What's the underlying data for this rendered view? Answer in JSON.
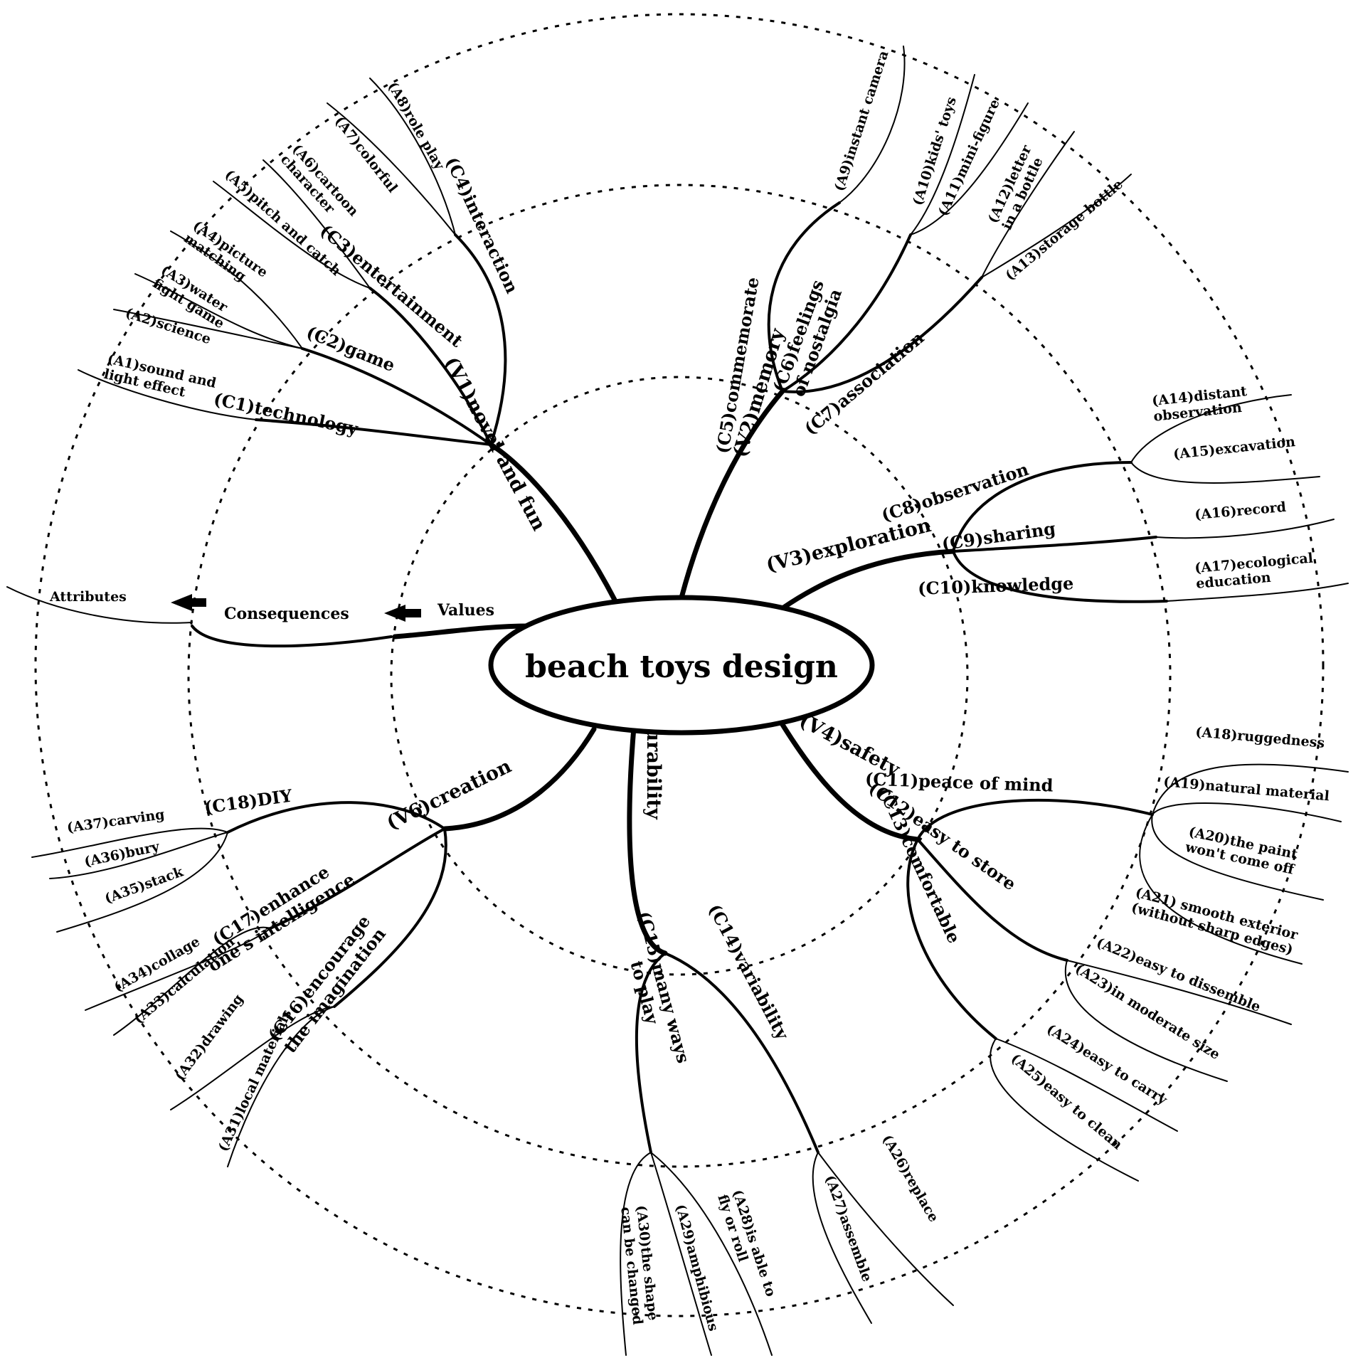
{
  "center": {
    "label": "beach toys design"
  },
  "legend": {
    "values": "Values",
    "consequences": "Consequences",
    "attributes": "Attributes"
  },
  "values": [
    {
      "id": "V1",
      "label": "(V1)novel and fun"
    },
    {
      "id": "V2",
      "label": "(V2)memory"
    },
    {
      "id": "V3",
      "label": "(V3)exploration"
    },
    {
      "id": "V4",
      "label": "(V4)safety"
    },
    {
      "id": "V5",
      "label": "(V5)durability"
    },
    {
      "id": "V6",
      "label": "(V6)creation"
    }
  ],
  "consequences": [
    {
      "id": "C1",
      "value": "V1",
      "label": "(C1)technology"
    },
    {
      "id": "C2",
      "value": "V1",
      "label": "(C2)game"
    },
    {
      "id": "C3",
      "value": "V1",
      "label": "(C3)entertainment"
    },
    {
      "id": "C4",
      "value": "V1",
      "label": "(C4)interaction"
    },
    {
      "id": "C5",
      "value": "V2",
      "label": "(C5)commemorate"
    },
    {
      "id": "C6",
      "value": "V2",
      "label": [
        "(C6)feelings",
        "of nostalgia"
      ]
    },
    {
      "id": "C7",
      "value": "V2",
      "label": "(C7)association"
    },
    {
      "id": "C8",
      "value": "V3",
      "label": "(C8)observation"
    },
    {
      "id": "C9",
      "value": "V3",
      "label": "(C9)sharing"
    },
    {
      "id": "C10",
      "value": "V3",
      "label": "(C10)knowledge"
    },
    {
      "id": "C11",
      "value": "V4",
      "label": "(C11)peace of mind"
    },
    {
      "id": "C12",
      "value": "V4",
      "label": "(C12)easy to store"
    },
    {
      "id": "C13",
      "value": "V4",
      "label": "(C13)comfortable"
    },
    {
      "id": "C14",
      "value": "V5",
      "label": "(C14)variability"
    },
    {
      "id": "C15",
      "value": "V5",
      "label": [
        "(C15)many ways",
        "to play"
      ]
    },
    {
      "id": "C16",
      "value": "V6",
      "label": [
        "(C16)encourage",
        "the imagination"
      ]
    },
    {
      "id": "C17",
      "value": "V6",
      "label": [
        "(C17)enhance",
        "one's intelligence"
      ]
    },
    {
      "id": "C18",
      "value": "V6",
      "label": "(C18)DIY"
    }
  ],
  "attributes": [
    {
      "id": "A1",
      "cons": "C1",
      "label": [
        "(A1)sound and",
        "light effect"
      ]
    },
    {
      "id": "A2",
      "cons": "C2",
      "label": "(A2)science"
    },
    {
      "id": "A3",
      "cons": "C2",
      "label": [
        "(A3)water",
        "fight game"
      ]
    },
    {
      "id": "A4",
      "cons": "C2",
      "label": [
        "(A4)picture",
        "matching"
      ]
    },
    {
      "id": "A5",
      "cons": "C3",
      "label": "(A5)pitch and catch"
    },
    {
      "id": "A6",
      "cons": "C3",
      "label": [
        "(A6)cartoon",
        "character"
      ]
    },
    {
      "id": "A7",
      "cons": "C4",
      "label": "(A7)colorful"
    },
    {
      "id": "A8",
      "cons": "C4",
      "label": "(A8)role play"
    },
    {
      "id": "A9",
      "cons": "C5",
      "label": "(A9)instant camera"
    },
    {
      "id": "A10",
      "cons": "C6",
      "label": "(A10)kids' toys"
    },
    {
      "id": "A11",
      "cons": "C6",
      "label": "(A11)mini-figure"
    },
    {
      "id": "A12",
      "cons": "C7",
      "label": [
        "(A12)letter",
        "in a bottle"
      ]
    },
    {
      "id": "A13",
      "cons": "C7",
      "label": "(A13)storage bottle"
    },
    {
      "id": "A14",
      "cons": "C8",
      "label": [
        "(A14)distant",
        "observation"
      ]
    },
    {
      "id": "A15",
      "cons": "C8",
      "label": "(A15)excavation"
    },
    {
      "id": "A16",
      "cons": "C9",
      "label": "(A16)record"
    },
    {
      "id": "A17",
      "cons": "C10",
      "label": [
        "(A17)ecological",
        "education"
      ]
    },
    {
      "id": "A18",
      "cons": "C11",
      "label": "(A18)ruggedness"
    },
    {
      "id": "A19",
      "cons": "C11",
      "label": "(A19)natural material"
    },
    {
      "id": "A20",
      "cons": "C11",
      "label": [
        "(A20)the paint",
        "won't come off"
      ]
    },
    {
      "id": "A21",
      "cons": "C11",
      "label": [
        "(A21) smooth exterior",
        "(without sharp edges)"
      ]
    },
    {
      "id": "A22",
      "cons": "C12",
      "label": "(A22)easy to dissemble"
    },
    {
      "id": "A23",
      "cons": "C12",
      "label": "(A23)in moderate size"
    },
    {
      "id": "A24",
      "cons": "C13",
      "label": "(A24)easy to carry"
    },
    {
      "id": "A25",
      "cons": "C13",
      "label": "(A25)easy to clean"
    },
    {
      "id": "A26",
      "cons": "C14",
      "label": "(A26)replace"
    },
    {
      "id": "A27",
      "cons": "C14",
      "label": "(A27)assemble"
    },
    {
      "id": "A28",
      "cons": "C15",
      "label": [
        "(A28)is able to",
        "fly or roll"
      ]
    },
    {
      "id": "A29",
      "cons": "C15",
      "label": "(A29)amphibious"
    },
    {
      "id": "A30",
      "cons": "C15",
      "label": [
        "(A30)the shape",
        "can be changed"
      ]
    },
    {
      "id": "A31",
      "cons": "C16",
      "label": "(A31)local materials"
    },
    {
      "id": "A32",
      "cons": "C16",
      "label": "(A32)drawing"
    },
    {
      "id": "A33",
      "cons": "C17",
      "label": "(A33)calculation"
    },
    {
      "id": "A34",
      "cons": "C17",
      "label": "(A34)collage"
    },
    {
      "id": "A35",
      "cons": "C18",
      "label": "(A35)stack"
    },
    {
      "id": "A36",
      "cons": "C18",
      "label": "(A36)bury"
    },
    {
      "id": "A37",
      "cons": "C18",
      "label": "(A37)carving"
    }
  ]
}
